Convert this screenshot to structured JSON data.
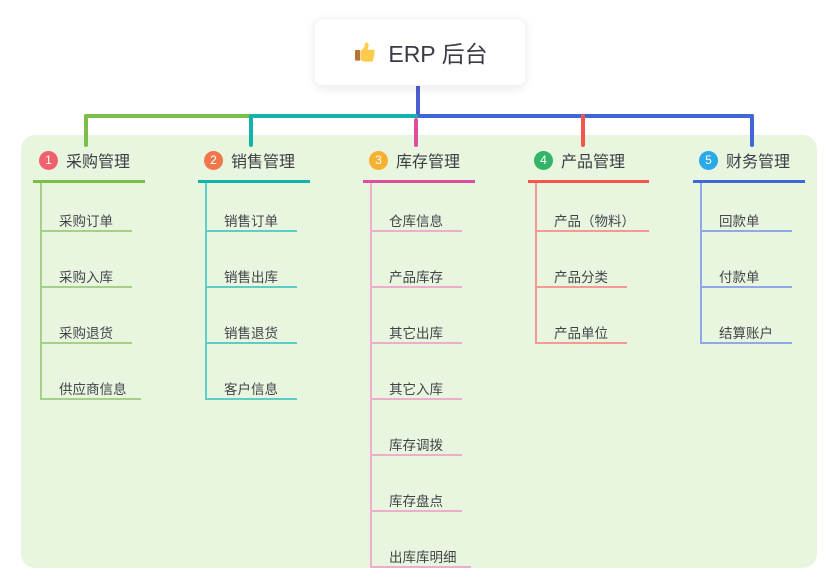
{
  "root": {
    "label": "ERP 后台",
    "icon": "thumbs-up-icon"
  },
  "connectors": {
    "root_drop_color": "#4D5ECF"
  },
  "canvas": {
    "background": "#FFFFFF",
    "panel_background": "#E9F6DF"
  },
  "branches": [
    {
      "number": "1",
      "label": "采购管理",
      "badge_color": "#F0616D",
      "line_color": "#7CBE4A",
      "line_color_light": "#A6D089",
      "children": [
        "采购订单",
        "采购入库",
        "采购退货",
        "供应商信息"
      ]
    },
    {
      "number": "2",
      "label": "销售管理",
      "badge_color": "#F0764B",
      "line_color": "#14B3A9",
      "line_color_light": "#5FCCC5",
      "children": [
        "销售订单",
        "销售出库",
        "销售退货",
        "客户信息"
      ]
    },
    {
      "number": "3",
      "label": "库存管理",
      "badge_color": "#F6B133",
      "line_color": "#DC4F9F",
      "line_color_light": "#EDADCB",
      "children": [
        "仓库信息",
        "产品库存",
        "其它出库",
        "其它入库",
        "库存调拨",
        "库存盘点",
        "出库库明细"
      ]
    },
    {
      "number": "4",
      "label": "产品管理",
      "badge_color": "#33B469",
      "line_color": "#F4564C",
      "line_color_light": "#F49A92",
      "children": [
        "产品（物料）",
        "产品分类",
        "产品单位"
      ]
    },
    {
      "number": "5",
      "label": "财务管理",
      "badge_color": "#2BA8E8",
      "line_color": "#4166D5",
      "line_color_light": "#92A7E7",
      "children": [
        "回款单",
        "付款单",
        "结算账户"
      ]
    }
  ]
}
